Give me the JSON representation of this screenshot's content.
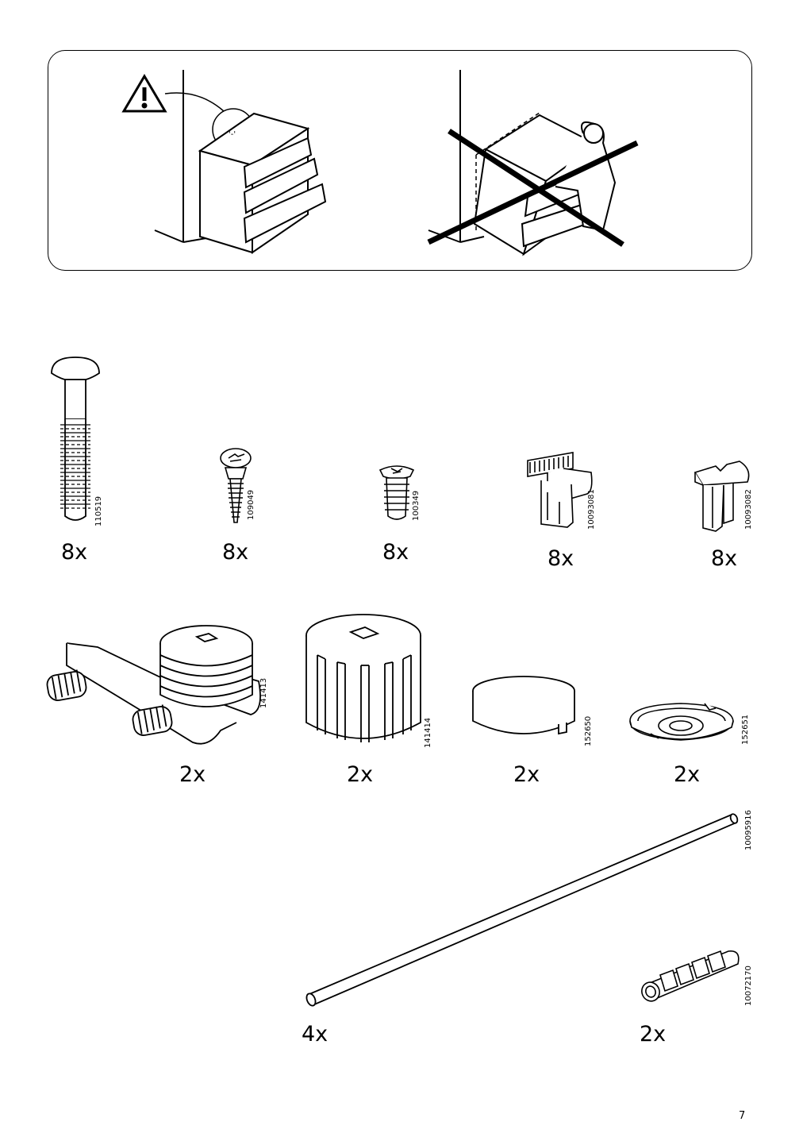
{
  "page_number": "7",
  "warning_panel": {
    "icon": "warning-triangle-icon",
    "correct_illustration": "chest-of-drawers-against-wall",
    "wrong_illustration": "person-climbing-drawers-crossed-out"
  },
  "parts": [
    {
      "code": "110519",
      "qty": "8x",
      "icon": "long-expansion-bolt-icon"
    },
    {
      "code": "109049",
      "qty": "8x",
      "icon": "wood-screw-icon"
    },
    {
      "code": "100349",
      "qty": "8x",
      "icon": "short-screw-icon"
    },
    {
      "code": "10093081",
      "qty": "8x",
      "icon": "drawer-stop-clip-icon"
    },
    {
      "code": "10093082",
      "qty": "8x",
      "icon": "end-cap-icon"
    },
    {
      "code": "141413",
      "qty": "2x",
      "icon": "cam-fitting-bracket-icon"
    },
    {
      "code": "141414",
      "qty": "2x",
      "icon": "ribbed-knob-icon"
    },
    {
      "code": "152650",
      "qty": "2x",
      "icon": "round-cap-icon"
    },
    {
      "code": "152651",
      "qty": "2x",
      "icon": "dish-washer-icon"
    },
    {
      "code": "10095916",
      "qty": "4x",
      "icon": "long-rod-icon"
    },
    {
      "code": "10072170",
      "qty": "2x",
      "icon": "mesh-sleeve-icon"
    }
  ]
}
